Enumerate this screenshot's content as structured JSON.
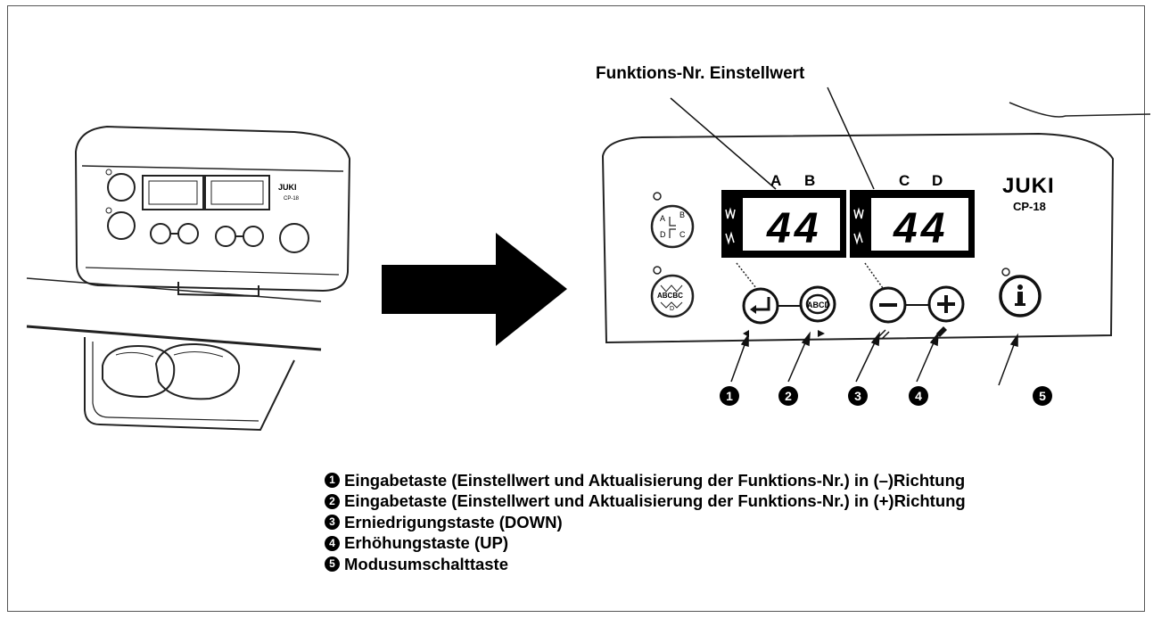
{
  "title": "Funktions-Nr. Einstellwert",
  "panel": {
    "brand": "JUKI",
    "model": "CP-18",
    "letters_left": [
      "A",
      "B"
    ],
    "letters_right": [
      "C",
      "D"
    ],
    "display_left": "44",
    "display_right": "44",
    "small_device_brand": "JUKI",
    "small_device_model": "CP-18"
  },
  "callouts": [
    "1",
    "2",
    "3",
    "4",
    "5"
  ],
  "legend": [
    {
      "num": "1",
      "text": "Eingabetaste (Einstellwert und Aktualisierung der Funktions-Nr.) in (–)Richtung"
    },
    {
      "num": "2",
      "text": "Eingabetaste (Einstellwert und Aktualisierung der Funktions-Nr.) in (+)Richtung"
    },
    {
      "num": "3",
      "text": "Erniedrigungstaste (DOWN)"
    },
    {
      "num": "4",
      "text": "Erhöhungstaste (UP)"
    },
    {
      "num": "5",
      "text": "Modusumschalttaste"
    }
  ],
  "icons": {
    "button1": "enter-arrow-icon",
    "button2": "abcd-cycle-icon",
    "button3": "minus-icon",
    "button4": "plus-icon",
    "button5": "info-icon"
  }
}
